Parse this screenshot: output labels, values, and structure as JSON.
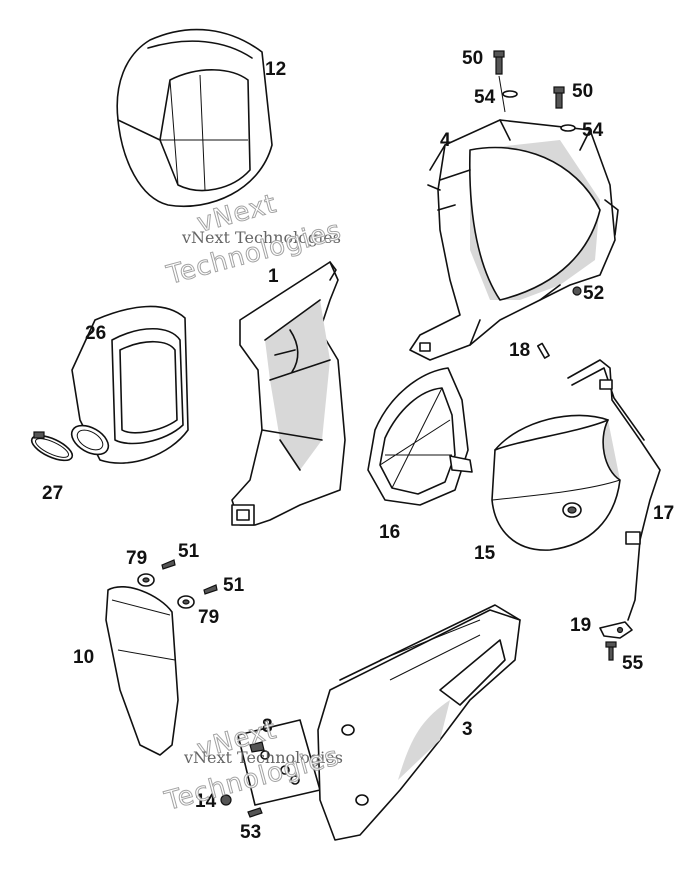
{
  "callouts": {
    "c12": "12",
    "c50a": "50",
    "c54a": "54",
    "c50b": "50",
    "c54b": "54",
    "c4": "4",
    "c1": "1",
    "c26": "26",
    "c27": "27",
    "c52": "52",
    "c18": "18",
    "c17": "17",
    "c16": "16",
    "c15": "15",
    "c79a": "79",
    "c51a": "51",
    "c51b": "51",
    "c79b": "79",
    "c10": "10",
    "c19": "19",
    "c55": "55",
    "c8": "8",
    "c3": "3",
    "c14": "14",
    "c53": "53"
  },
  "watermark": {
    "line1": "vNext Technologies",
    "line2": "vNext",
    "line3": "Technologies"
  }
}
